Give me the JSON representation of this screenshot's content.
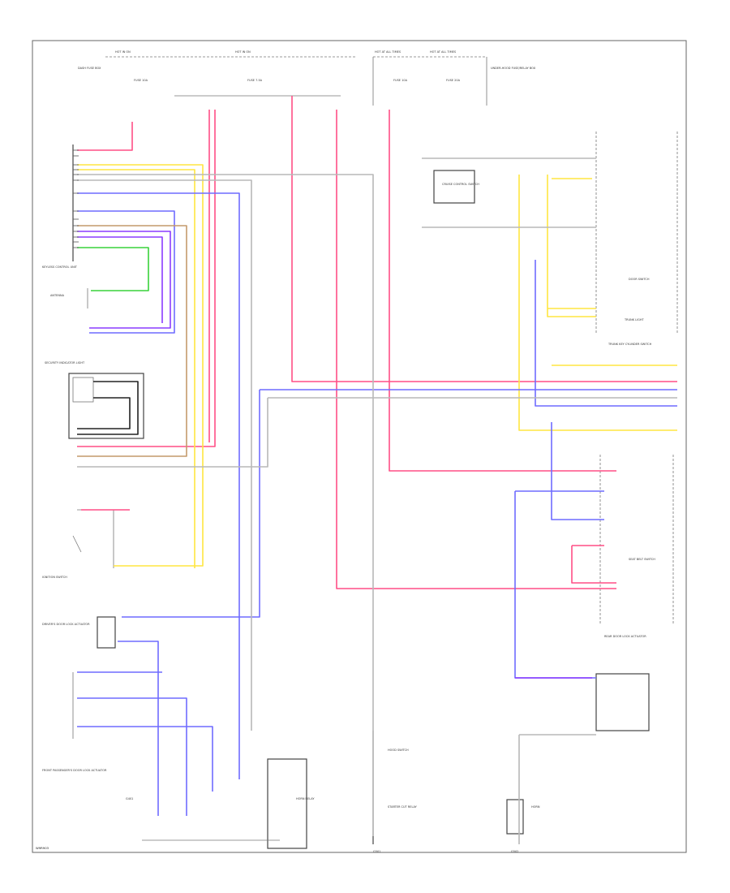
{
  "diagram": {
    "footer_code": "W9R903",
    "wire_colors": {
      "pink": "#ff4f86",
      "yellow": "#ffe640",
      "blue": "#6f6cff",
      "grey": "#b8b8b8",
      "green": "#39d23a",
      "brown": "#c49a6c",
      "black": "#222222",
      "violet": "#8a3cff"
    },
    "components": {
      "fuse_box_1": "HOT IN ON",
      "fuse_box_2": "HOT IN ON",
      "fuse_box_3": "HOT AT ALL TIMES",
      "fuse_box_4": "HOT AT ALL TIMES",
      "fuse_a": "FUSE 10A",
      "fuse_b": "FUSE 7.5A",
      "fuse_c": "FUSE 10A",
      "fuse_d": "FUSE 20A",
      "dash_fuse_box": "DASH FUSE BOX",
      "under_hood_fuse": "UNDER-HOOD FUSE/RELAY BOX",
      "keyless_control": "KEYLESS CONTROL UNIT",
      "antenna": "ANTENNA",
      "security_indicator": "SECURITY INDICATOR LIGHT",
      "ignition_switch": "IGNITION SWITCH",
      "door_switch": "DOOR SWITCH",
      "trunk_switch": "TRUNK KEY CYLINDER SWITCH",
      "driver_door_lock": "DRIVER'S DOOR LOCK ACTUATOR",
      "front_passenger_lock": "FRONT PASSENGER'S DOOR LOCK ACTUATOR",
      "rear_door_lock": "REAR DOOR LOCK ACTUATOR",
      "horn": "HORN RELAY",
      "horn_b": "HORN",
      "hood_switch": "HOOD SWITCH",
      "starter_cut": "STARTER CUT RELAY",
      "ground_g401": "G401",
      "ground_g501": "G501",
      "ground_g502": "G502",
      "cruise_control": "CRUISE CONTROL SWITCH",
      "trunk_light": "TRUNK LIGHT",
      "seatbelt_switch": "SEAT BELT SWITCH"
    }
  }
}
